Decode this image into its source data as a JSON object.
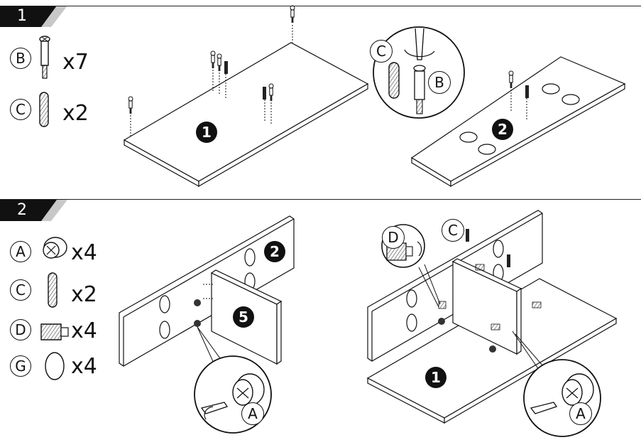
{
  "steps": [
    {
      "number": "1",
      "parts": [
        {
          "letter": "B",
          "qty": "x7",
          "icon": "cam-bolt-icon"
        },
        {
          "letter": "C",
          "qty": "x2",
          "icon": "wooden-dowel-icon"
        }
      ],
      "callouts": [
        "C",
        "B"
      ],
      "panels": [
        "1",
        "2"
      ]
    },
    {
      "number": "2",
      "parts": [
        {
          "letter": "A",
          "qty": "x4",
          "icon": "cam-lock-icon"
        },
        {
          "letter": "C",
          "qty": "x2",
          "icon": "wooden-dowel-icon"
        },
        {
          "letter": "D",
          "qty": "x4",
          "icon": "plastic-insert-icon"
        },
        {
          "letter": "G",
          "qty": "x4",
          "icon": "cover-cap-icon"
        }
      ],
      "callouts": [
        "A",
        "D",
        "C",
        "A"
      ],
      "panels": [
        "2",
        "5",
        "1"
      ]
    }
  ]
}
